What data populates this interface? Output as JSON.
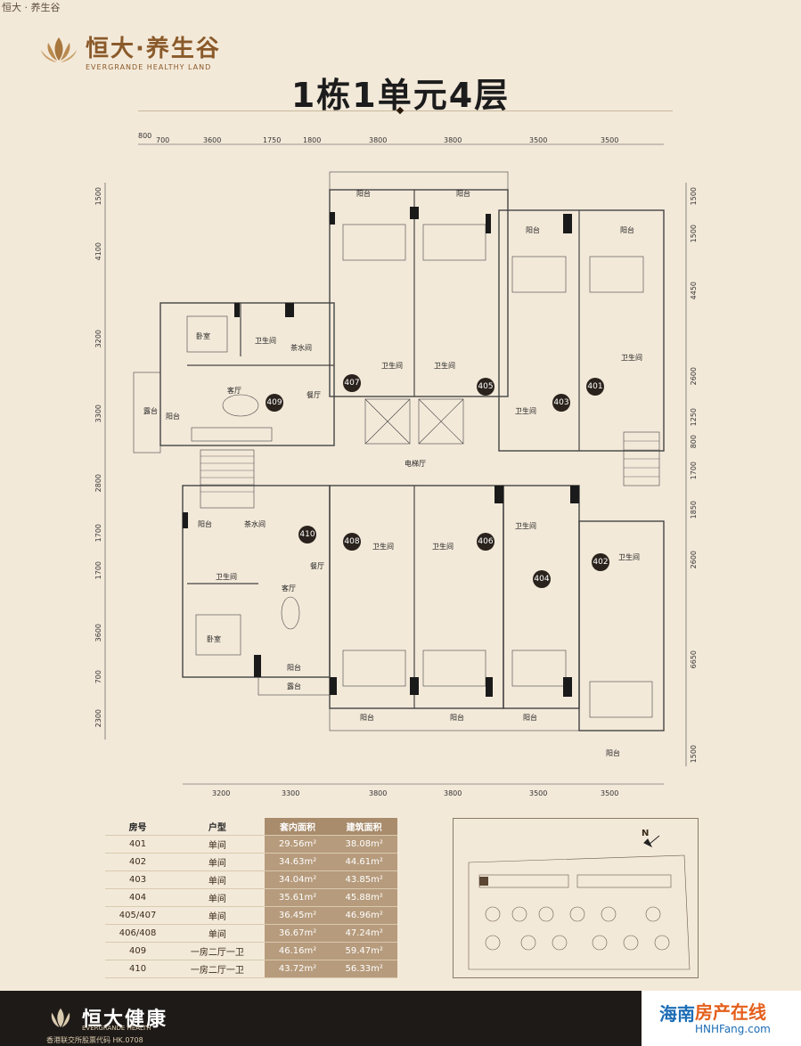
{
  "top_label": "恒大 · 养生谷",
  "logo": {
    "cn": "恒大·养生谷",
    "en": "EVERGRANDE HEALTHY LAND"
  },
  "title": "1栋1单元4层",
  "dims": {
    "top": [
      "800",
      "700",
      "3600",
      "1750",
      "1800",
      "3800",
      "3800",
      "3500",
      "3500"
    ],
    "bottom": [
      "3200",
      "3300",
      "3800",
      "3800",
      "3500",
      "3500"
    ],
    "left": [
      "1500",
      "4100",
      "3200",
      "3300",
      "2800",
      "1700",
      "1700",
      "3600",
      "700",
      "2300"
    ],
    "right": [
      "1500",
      "1500",
      "4450",
      "2600",
      "1250",
      "800",
      "1700",
      "1850",
      "2600",
      "6650",
      "1500"
    ]
  },
  "rooms": {
    "balcony": "阳台",
    "bedroom": "卧室",
    "bathroom": "卫生间",
    "tearoom": "茶水间",
    "living": "客厅",
    "dining": "餐厅",
    "terrace": "露台",
    "elevator_hall": "电梯厅"
  },
  "units": [
    "401",
    "402",
    "403",
    "404",
    "405",
    "406",
    "407",
    "408",
    "409",
    "410"
  ],
  "table": {
    "headers": [
      "房号",
      "户型",
      "套内面积",
      "建筑面积"
    ],
    "rows": [
      [
        "401",
        "单间",
        "29.56m²",
        "38.08m²"
      ],
      [
        "402",
        "单间",
        "34.63m²",
        "44.61m²"
      ],
      [
        "403",
        "单间",
        "34.04m²",
        "43.85m²"
      ],
      [
        "404",
        "单间",
        "35.61m²",
        "45.88m²"
      ],
      [
        "405/407",
        "单间",
        "36.45m²",
        "46.96m²"
      ],
      [
        "406/408",
        "单间",
        "36.67m²",
        "47.24m²"
      ],
      [
        "409",
        "一房二厅一卫",
        "46.16m²",
        "59.47m²"
      ],
      [
        "410",
        "一房二厅一卫",
        "43.72m²",
        "56.33m²"
      ]
    ]
  },
  "north": "N",
  "footer": {
    "brand": "恒大健康",
    "brand_en": "EVERGRANDE HEALTH",
    "code": "香港联交所股票代码 HK.0708"
  },
  "watermark": {
    "a": "海南",
    "b": "房产在线",
    "c": "HNHFang.com"
  }
}
